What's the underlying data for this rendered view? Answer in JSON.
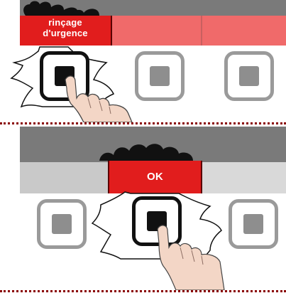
{
  "step1": {
    "softkeys": [
      {
        "label_line1": "rinçage",
        "label_line2": "d'urgence",
        "state": "active"
      },
      {
        "label": "",
        "state": "inactive"
      },
      {
        "label": "",
        "state": "inactive"
      }
    ],
    "buttons": [
      {
        "name": "left",
        "pressed": true
      },
      {
        "name": "middle",
        "pressed": false
      },
      {
        "name": "right",
        "pressed": false
      }
    ]
  },
  "step2": {
    "softkeys": [
      {
        "label": "",
        "state": "inactive"
      },
      {
        "label": "OK",
        "state": "active"
      },
      {
        "label": "",
        "state": "inactive"
      }
    ],
    "buttons": [
      {
        "name": "left",
        "pressed": false
      },
      {
        "name": "middle",
        "pressed": true
      },
      {
        "name": "right",
        "pressed": false
      }
    ]
  },
  "colors": {
    "active_key": "#e11d1d",
    "inactive_key_step1": "#f06a6a",
    "inactive_key_step2": "#d6d6d6",
    "bar": "#7a7a7a",
    "separator": "#8a0000",
    "finger": "#f3d6c6"
  },
  "icons": [
    "pointing-finger-icon",
    "callout-burst-icon"
  ]
}
